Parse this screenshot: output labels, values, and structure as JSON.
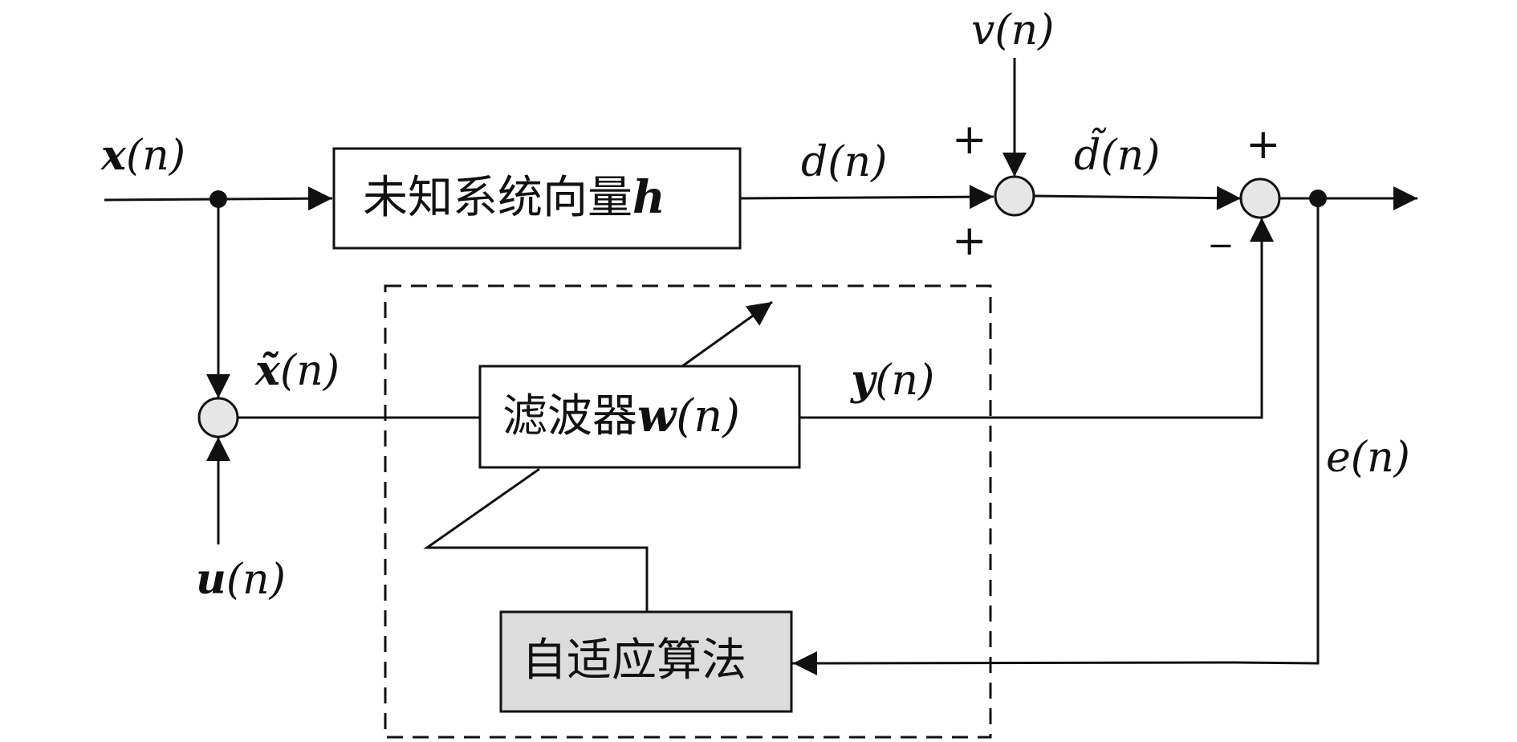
{
  "blocks": {
    "unknown_system": {
      "text": "未知系统向量",
      "symbol": "h"
    },
    "filter": {
      "text": "滤波器",
      "symbol": "w",
      "arg": "(n)"
    },
    "adaptive": {
      "text": "自适应算法"
    }
  },
  "signals": {
    "x": {
      "symbol": "x",
      "arg": "(n)"
    },
    "x_tilde": {
      "symbol": "x̃",
      "arg": "(n)"
    },
    "u": {
      "symbol": "u",
      "arg": "(n)"
    },
    "d": {
      "symbol": "d",
      "arg": "(n)"
    },
    "d_tilde": {
      "symbol": "d̃",
      "arg": "(n)"
    },
    "v": {
      "symbol": "v",
      "arg": "(n)"
    },
    "y": {
      "symbol": "y",
      "arg": "(n)"
    },
    "e": {
      "symbol": "e",
      "arg": "(n)"
    }
  },
  "signs": {
    "sum1_top": "+",
    "sum1_left": "+",
    "sum2_top": "+",
    "sum2_bottom": "−"
  },
  "colors": {
    "line": "#111111",
    "summer_fill": "#e6e6e6",
    "adaptive_fill": "#dcdcdc"
  }
}
